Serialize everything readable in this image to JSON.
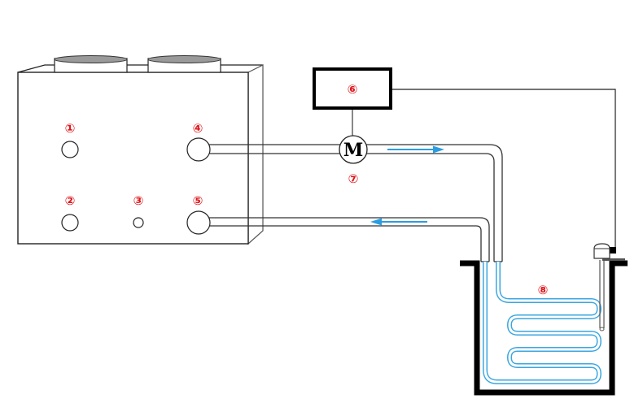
{
  "diagram": {
    "title": "",
    "colors": {
      "label": "#e0161b",
      "flow": "#2a9de0",
      "coil": "#3aa6df",
      "line": "#000000",
      "gray_line": "#777777"
    },
    "components": [
      {
        "id": "1",
        "label": "①",
        "kind": "port"
      },
      {
        "id": "2",
        "label": "②",
        "kind": "port"
      },
      {
        "id": "3",
        "label": "③",
        "kind": "port-small"
      },
      {
        "id": "4",
        "label": "④",
        "kind": "port-outlet"
      },
      {
        "id": "5",
        "label": "⑤",
        "kind": "port-inlet"
      },
      {
        "id": "6",
        "label": "⑥",
        "kind": "controller-box"
      },
      {
        "id": "7",
        "label": "⑦",
        "kind": "pump-motor"
      },
      {
        "id": "8",
        "label": "⑧",
        "kind": "tank-coil"
      }
    ],
    "motor_symbol": "M",
    "flows": [
      {
        "from": "4",
        "to": "8",
        "direction": "right"
      },
      {
        "from": "8",
        "to": "5",
        "direction": "left"
      }
    ]
  }
}
